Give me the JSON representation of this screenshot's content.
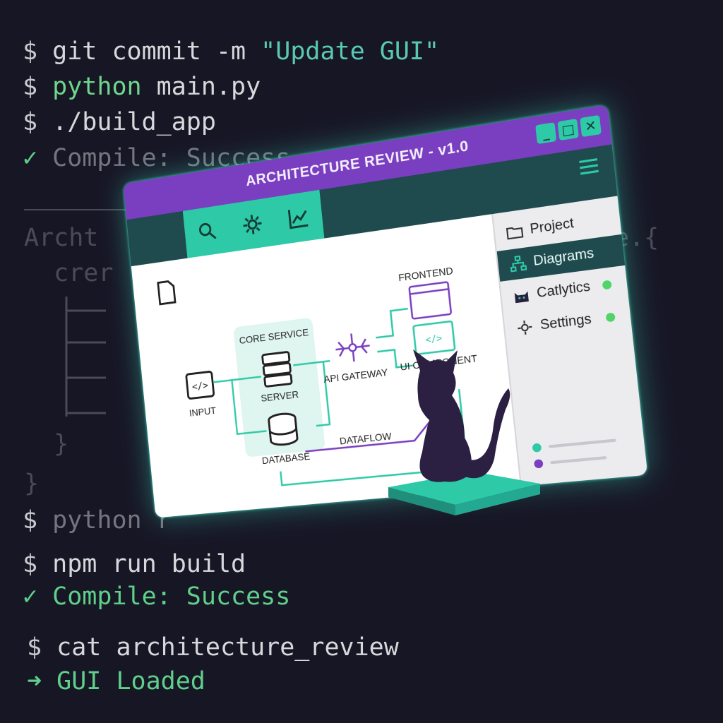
{
  "terminal": {
    "line1_prompt": "$",
    "line1_cmd": "git commit -m",
    "line1_str": "\"Update GUI\"",
    "line2_prompt": "$",
    "line2_kw": "python",
    "line2_cmd": "main.py",
    "line3_prompt": "$",
    "line3_cmd": "./build_app",
    "line4_check": "✓",
    "line4_text": "Compile: Success",
    "code_line1": "Archt",
    "code_line1_tail": "e.{",
    "code_line2": "  crer",
    "code_brace1": "  }",
    "code_brace2": "}",
    "line5_prompt": "$",
    "line5_cmd": "python r",
    "line6_prompt": "$",
    "line6_cmd": "npm run build",
    "line7_check": "✓",
    "line7_text": "Compile: Success",
    "line8_prompt": "$",
    "line8_cmd": "cat architecture_review",
    "line9_arrow": "➜",
    "line9_text": "GUI Loaded"
  },
  "window": {
    "title": "ARCHITECTURE REVIEW - v1.0",
    "buttons": [
      "_",
      "□",
      "✕"
    ]
  },
  "toolbar": {
    "icons": [
      "document-icon",
      "search-icon",
      "gear-icon",
      "chart-icon"
    ]
  },
  "sidebar": {
    "items": [
      {
        "label": "Project",
        "icon": "folder-icon",
        "active": false,
        "status": ""
      },
      {
        "label": "Diagrams",
        "icon": "diagram-icon",
        "active": true,
        "status": ""
      },
      {
        "label": "Catlytics",
        "icon": "cat-icon",
        "active": false,
        "status": "online"
      },
      {
        "label": "Settings",
        "icon": "gear-icon",
        "active": false,
        "status": "online"
      }
    ]
  },
  "diagram": {
    "input": "INPUT",
    "core_service": "CORE SERVICE",
    "server": "SERVER",
    "database": "DATABASE",
    "api_gateway": "API GATEWAY",
    "frontend": "FRONTEND",
    "ui_component": "UI COMPONENT",
    "dataflow": "DATAFLOW"
  },
  "colors": {
    "accent_teal": "#2ec9a7",
    "accent_purple": "#7a3ec0",
    "background": "#171625",
    "status_green": "#4fd46a"
  }
}
